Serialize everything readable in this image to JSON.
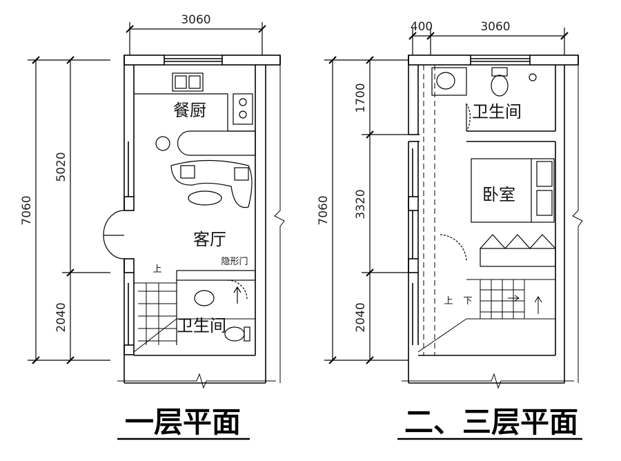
{
  "plan_1f": {
    "width_dim": "3060",
    "total_dim": "7060",
    "upper_dim": "5020",
    "lower_dim": "2040",
    "rooms": {
      "kitchen": "餐厨",
      "living": "客厅",
      "bath": "卫生间"
    },
    "hidden_door": "隐形门",
    "stair_up": "上",
    "caption": "一层平面"
  },
  "plan_23f": {
    "offset_dim": "400",
    "width_dim": "3060",
    "total_dim": "7060",
    "upper_dim": "1700",
    "mid_dim": "3320",
    "lower_dim": "2040",
    "rooms": {
      "bath": "卫生间",
      "bedroom": "卧室"
    },
    "stair_up": "上",
    "stair_down": "下",
    "caption": "二、三层平面"
  }
}
